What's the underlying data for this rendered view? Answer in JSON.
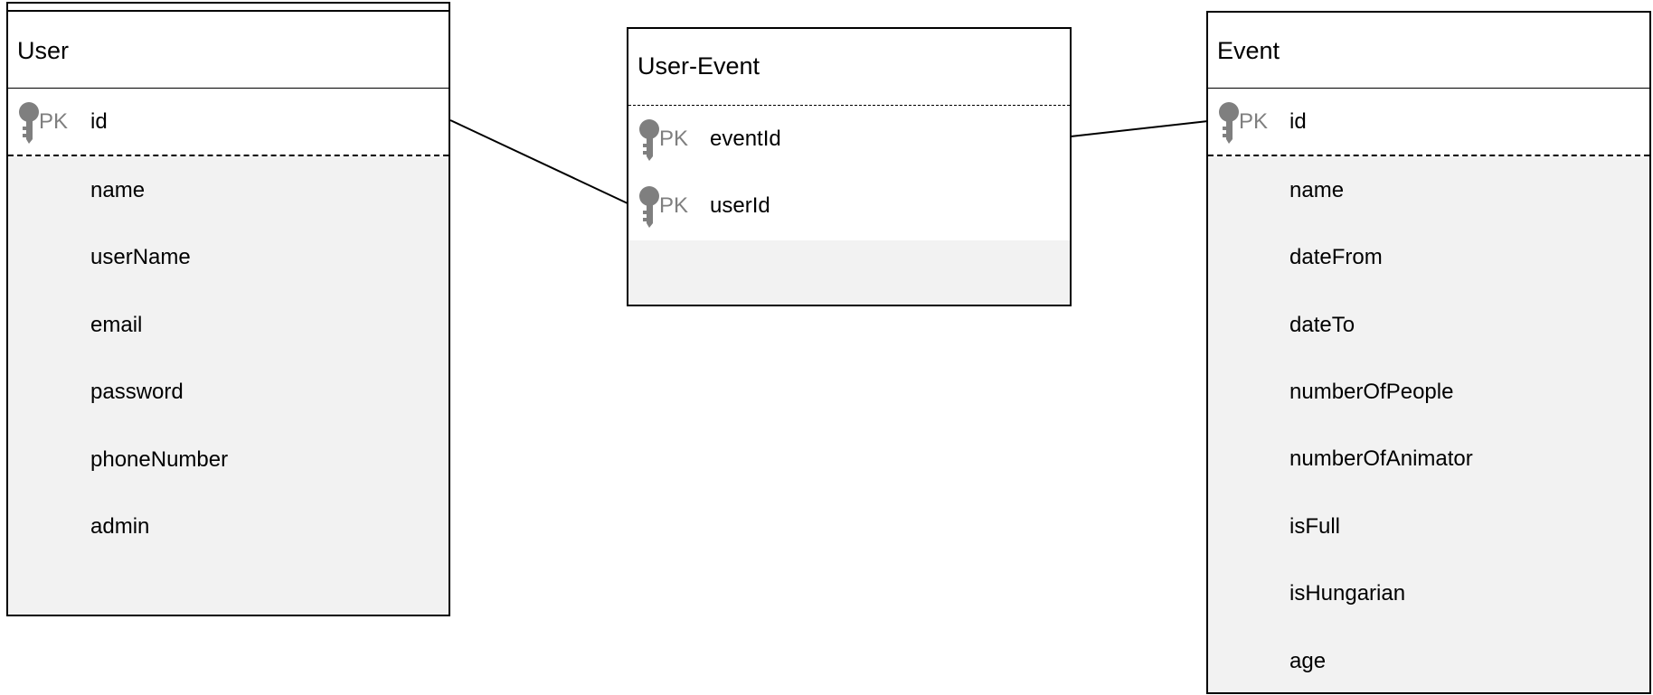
{
  "colors": {
    "border": "#000000",
    "header_fill": "#ffffff",
    "body_fill": "#f2f2f2",
    "key_icon": "#7f7f7f",
    "pk_text": "#7f7f7f"
  },
  "icons": {
    "primary_key": "key-icon"
  },
  "entities": {
    "user": {
      "title": "User",
      "pk": {
        "label": "PK",
        "name": "id"
      },
      "attributes": [
        "name",
        "userName",
        "email",
        "password",
        "phoneNumber",
        "admin"
      ]
    },
    "user_event": {
      "title": "User-Event",
      "pks": [
        {
          "label": "PK",
          "name": "eventId"
        },
        {
          "label": "PK",
          "name": "userId"
        }
      ]
    },
    "event": {
      "title": "Event",
      "pk": {
        "label": "PK",
        "name": "id"
      },
      "attributes": [
        "name",
        "dateFrom",
        "dateTo",
        "numberOfPeople",
        "numberOfAnimator",
        "isFull",
        "isHungarian",
        "age"
      ]
    }
  },
  "relationships": [
    {
      "from": "user.id",
      "to": "user_event.userId"
    },
    {
      "from": "event.id",
      "to": "user_event.eventId"
    }
  ]
}
